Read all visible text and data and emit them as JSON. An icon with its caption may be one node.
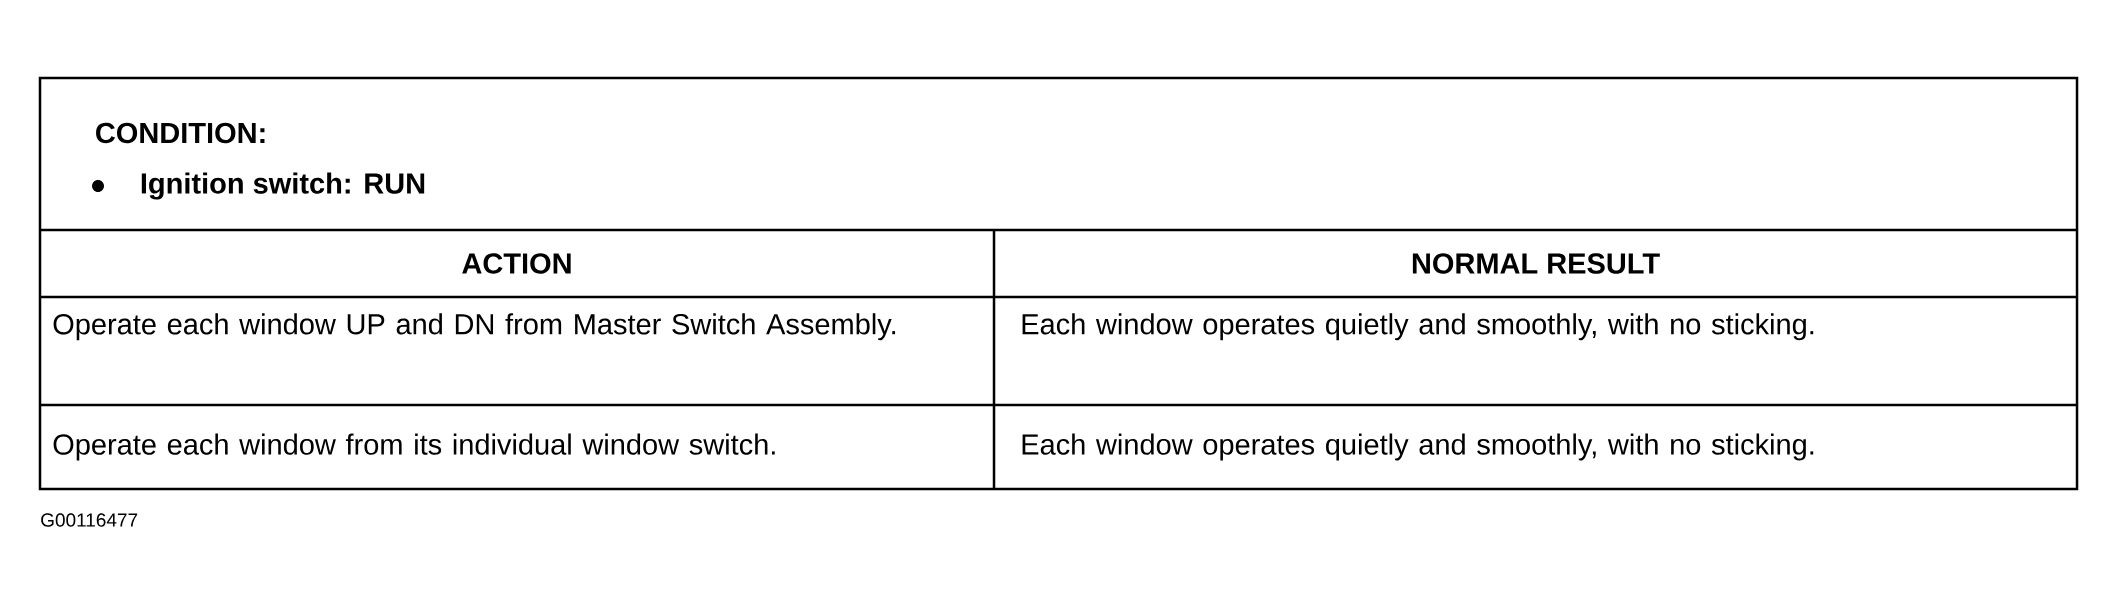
{
  "diagram": {
    "labels": [
      "CONDITION:",
      "Ignition switch: RUN",
      "ACTION",
      "NORMAL RESULT",
      "Operate each window UP and DN from Master Switch Assembly.",
      "Each window operates quietly and smoothly, with no sticking.",
      "Operate each window from its individual window switch.",
      "Each window operates quietly and smoothly, with no sticking.",
      "G00116477"
    ]
  }
}
